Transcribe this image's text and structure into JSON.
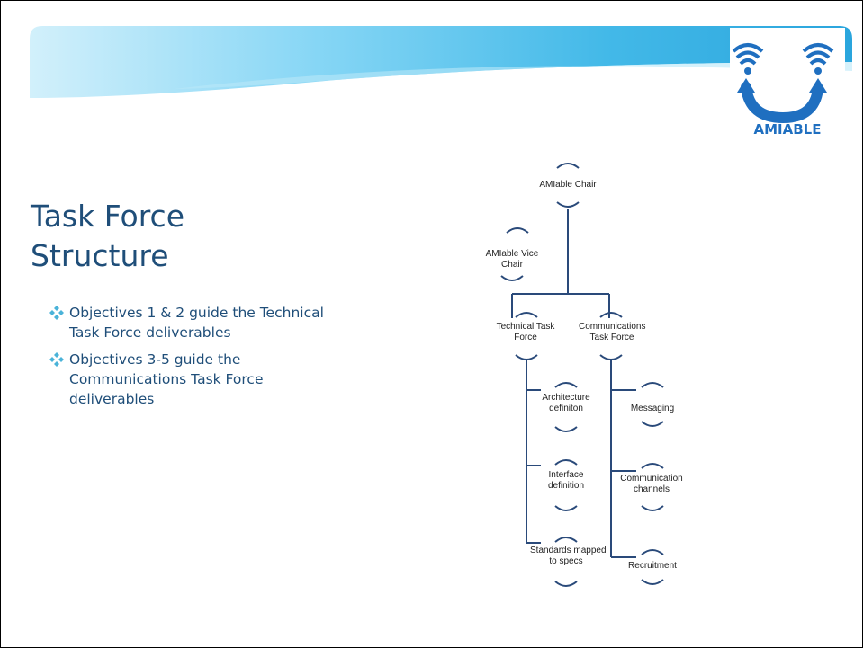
{
  "slide": {
    "title_lines": [
      "Task Force",
      "Structure"
    ],
    "bullets": [
      "Objectives 1 & 2 guide the Technical Task Force deliverables",
      "Objectives 3-5 guide the Communications Task Force deliverables"
    ],
    "logo_text": "AMIABLE"
  },
  "org_chart": {
    "nodes": {
      "chair": "AMIable Chair",
      "vice_chair": [
        "AMIable Vice",
        "Chair"
      ],
      "technical": [
        "Technical Task",
        "Force"
      ],
      "communications": [
        "Communications",
        "Task Force"
      ],
      "architecture": [
        "Architecture",
        "definiton"
      ],
      "interface": [
        "Interface",
        "definition"
      ],
      "standards": [
        "Standards mapped",
        "to specs"
      ],
      "messaging": "Messaging",
      "comm_channels": [
        "Communication",
        "channels"
      ],
      "recruitment": "Recruitment"
    }
  },
  "colors": {
    "title": "#1f4e79",
    "bullet_icon": "#4bb3d9",
    "logo_blue": "#1f6fc0",
    "banner_light": "#c9ecfa",
    "banner_dark": "#3bb2e4"
  }
}
